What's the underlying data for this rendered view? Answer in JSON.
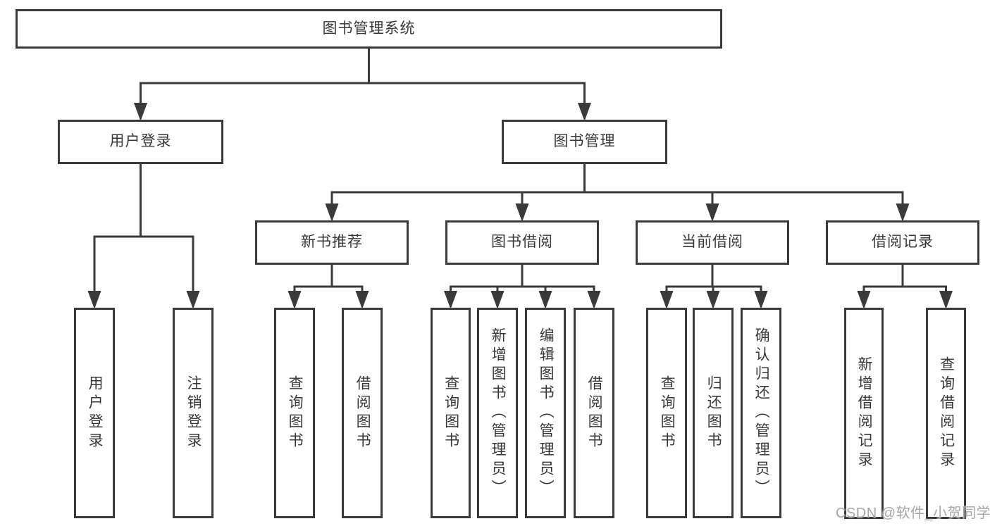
{
  "diagram": {
    "type": "hierarchy",
    "title": "图书管理系统",
    "nodes": {
      "root": {
        "label": "图书管理系统"
      },
      "user_login": {
        "label": "用户登录"
      },
      "book_mgmt": {
        "label": "图书管理"
      },
      "new_book_rec": {
        "label": "新书推荐"
      },
      "book_borrow": {
        "label": "图书借阅"
      },
      "current_borrow": {
        "label": "当前借阅"
      },
      "borrow_record": {
        "label": "借阅记录"
      },
      "lf_login": {
        "label": "用户登录"
      },
      "lf_logout": {
        "label": "注销登录"
      },
      "lf_query1": {
        "label": "查询图书"
      },
      "lf_borrow1": {
        "label": "借阅图书"
      },
      "lf_query2": {
        "label": "查询图书"
      },
      "lf_add_book": {
        "label": "新增图书（管理员）"
      },
      "lf_edit_book": {
        "label": "编辑图书（管理员）"
      },
      "lf_borrow2": {
        "label": "借阅图书"
      },
      "lf_query3": {
        "label": "查询图书"
      },
      "lf_return": {
        "label": "归还图书"
      },
      "lf_confirm": {
        "label": "确认归还（管理员）"
      },
      "lf_add_rec": {
        "label": "新增借阅记录"
      },
      "lf_query_rec": {
        "label": "查询借阅记录"
      }
    },
    "edges": [
      {
        "from": "root",
        "to": [
          "user_login",
          "book_mgmt"
        ]
      },
      {
        "from": "user_login",
        "to": [
          "lf_login",
          "lf_logout"
        ]
      },
      {
        "from": "book_mgmt",
        "to": [
          "new_book_rec",
          "book_borrow",
          "current_borrow",
          "borrow_record"
        ]
      },
      {
        "from": "new_book_rec",
        "to": [
          "lf_query1",
          "lf_borrow1"
        ]
      },
      {
        "from": "book_borrow",
        "to": [
          "lf_query2",
          "lf_add_book",
          "lf_edit_book",
          "lf_borrow2"
        ]
      },
      {
        "from": "current_borrow",
        "to": [
          "lf_query3",
          "lf_return",
          "lf_confirm"
        ]
      },
      {
        "from": "borrow_record",
        "to": [
          "lf_add_rec",
          "lf_query_rec"
        ]
      }
    ]
  },
  "watermark": {
    "text": "CSDN @软件_小贺同学",
    "color": "#a6a6a6"
  },
  "colors": {
    "line": "#3a3a3a",
    "box_border": "#3a3a3a",
    "text": "#383838",
    "background": "#ffffff"
  }
}
